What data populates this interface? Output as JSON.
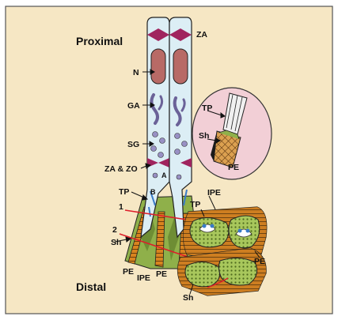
{
  "labels": {
    "proximal": "Proximal",
    "distal": "Distal",
    "za": "ZA",
    "n": "N",
    "ga": "GA",
    "sg": "SG",
    "za_zo": "ZA & ZO",
    "a": "A",
    "b": "B",
    "tp": "TP",
    "one": "1",
    "two": "2",
    "sh": "Sh",
    "pe": "PE",
    "ipe": "IPE",
    "inset_tp": "TP",
    "inset_sh": "Sh",
    "inset_pe": "PE",
    "cs_ipe": "IPE",
    "cs_tp": "TP",
    "cs_pe": "PE",
    "cs_sh": "Sh",
    "bottom_pe1": "PE",
    "bottom_ipe": "IPE",
    "bottom_pe2": "PE"
  },
  "colors": {
    "background": "#f6e7c4",
    "frame": "#555555",
    "cell_fill": "#dceef5",
    "nucleus": "#b86a66",
    "golgi": "#6b6298",
    "granules": "#9890c4",
    "junction": "#a0245e",
    "enamel": "#8fb04a",
    "sheath": "#d9841f",
    "outline": "#222222",
    "leader": "#dd1e2a",
    "inset_bg": "#f2cfd6"
  }
}
